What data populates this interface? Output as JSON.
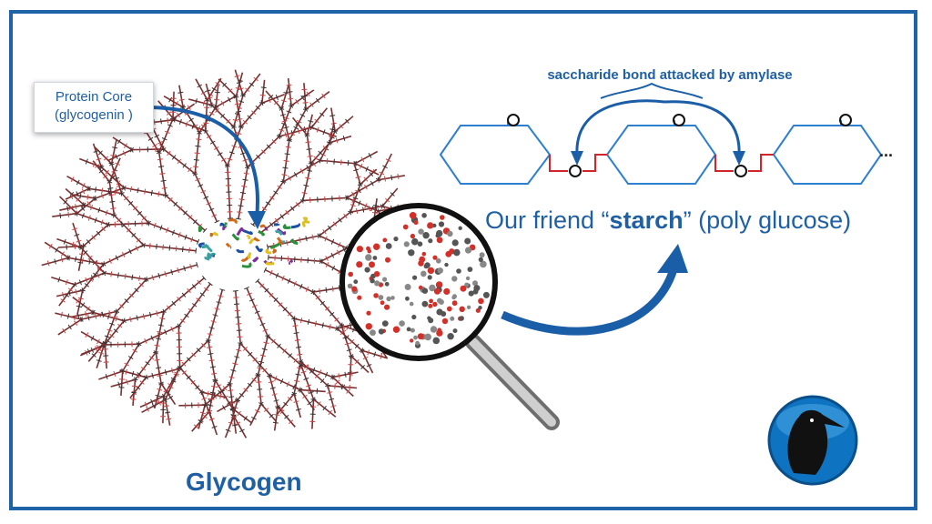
{
  "callout": {
    "line1": "Protein Core",
    "line2": "(glycogenin )"
  },
  "bond_caption": "saccharide bond attacked by amylase",
  "starch_caption": {
    "prefix": "Our friend “",
    "emphasis": "starch",
    "suffix": "” (poly glucose)"
  },
  "glycogen_label": "Glycogen",
  "chain_end": "...",
  "ring_atom": "O",
  "colors": {
    "frame": "#1e63a8",
    "text": "#1f5fa3",
    "ring": "#2e7fd0",
    "bond": "#d0262a",
    "arrow": "#1b5ea8",
    "branch": "#8a3a3a"
  },
  "icons": {
    "logo": "penguin-logo-icon",
    "magnifier": "magnifying-glass-icon"
  }
}
